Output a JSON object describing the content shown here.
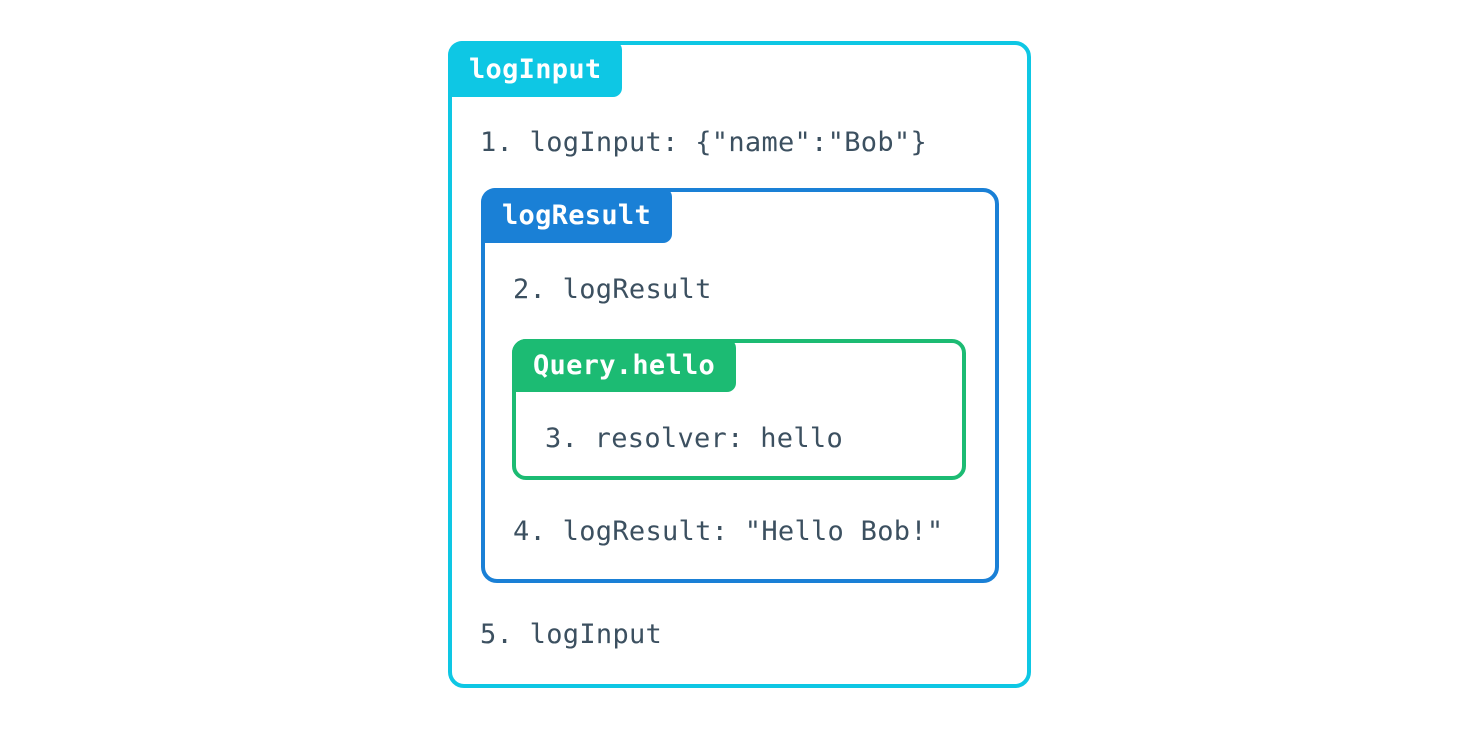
{
  "colors": {
    "cyan": "#0ec7e4",
    "blue": "#1a80d6",
    "green": "#1cbb73",
    "text": "#3c5060",
    "tab-text": "#ffffff",
    "background": "#ffffff"
  },
  "diagram": {
    "outer_box": {
      "label": "logInput",
      "step_before": "1. logInput: {\"name\":\"Bob\"}",
      "step_after": "5. logInput"
    },
    "middle_box": {
      "label": "logResult",
      "step_before": "2. logResult",
      "step_after": "4. logResult: \"Hello Bob!\""
    },
    "inner_box": {
      "label": "Query.hello",
      "step": "3. resolver: hello"
    }
  }
}
